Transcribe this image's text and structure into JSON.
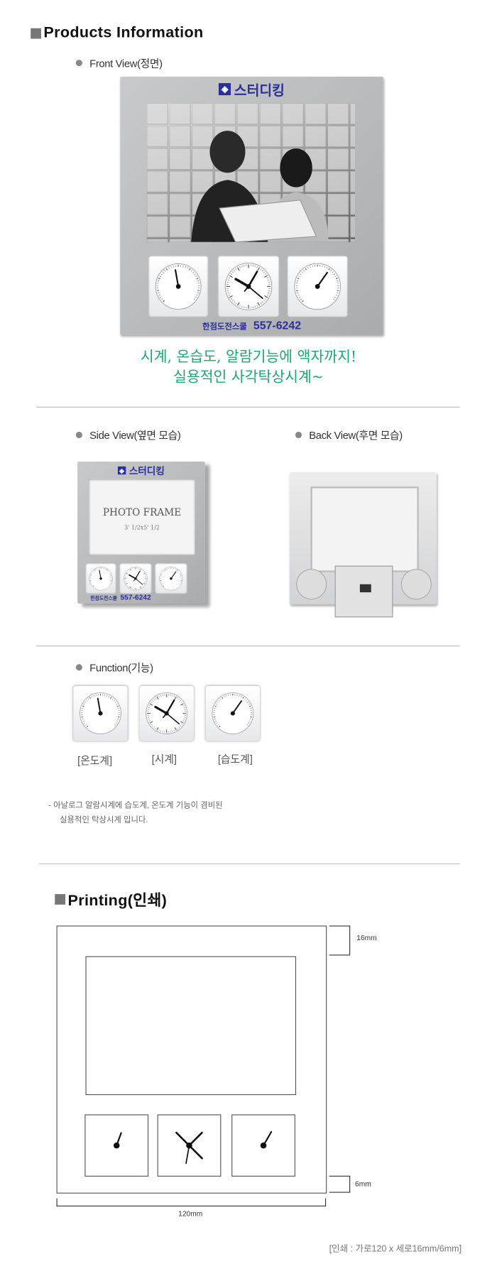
{
  "section1": {
    "title": "Products Information"
  },
  "front": {
    "label": "Front View(정면)",
    "brand": "스터디킹",
    "brand_mark": "◈",
    "shop": "한점도전스쿨",
    "phone": "557-6242",
    "slogan1": "시계, 온습도, 알람기능에  액자까지!",
    "slogan2": "실용적인 사각탁상시계~"
  },
  "side": {
    "label": "Side View(옆면 모습)",
    "brand": "스터디킹",
    "photo_text": "PHOTO FRAME",
    "size_text": "3' 1/2x5' 1/2",
    "shop": "한점도전스쿨",
    "phone": "557-6242"
  },
  "back": {
    "label": "Back View(후면 모습)"
  },
  "function": {
    "label": "Function(기능)",
    "items": [
      {
        "caption": "[온도계]"
      },
      {
        "caption": "[시계]"
      },
      {
        "caption": "[습도계]"
      }
    ],
    "note1": "-  아날로그 알람시계에 습도계, 온도계 기능이 겸비된",
    "note2": "실용적인 탁상시계 입니다."
  },
  "printing": {
    "title": "Printing(인쇄)",
    "top_margin": "16mm",
    "bottom_margin": "6mm",
    "width": "120mm",
    "spec": "[인쇄 : 가로120 x 세로16mm/6mm]"
  },
  "colors": {
    "slogan": "#1aa874",
    "brand": "#2b2f9c"
  }
}
